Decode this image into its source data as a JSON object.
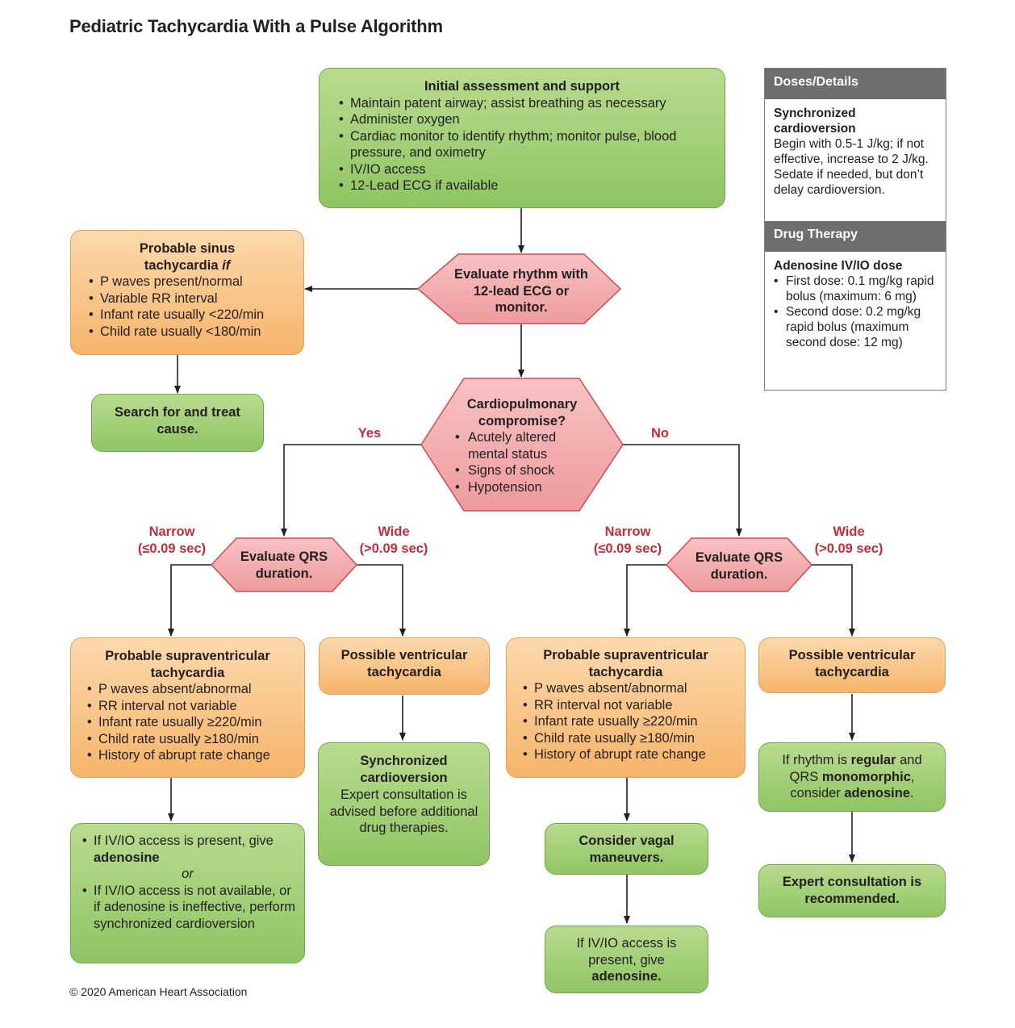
{
  "title": "Pediatric Tachycardia With a Pulse Algorithm",
  "copyright": "© 2020 American Heart Association",
  "colors": {
    "green": "#9bcc6e",
    "orange": "#f8c485",
    "decision": "#f2a6a8",
    "label_red": "#c12e3a",
    "sidebar_header": "#6d6e70"
  },
  "initial": {
    "heading": "Initial assessment and support",
    "items": [
      "Maintain patent airway; assist breathing as necessary",
      "Administer oxygen",
      "Cardiac monitor to identify rhythm; monitor pulse, blood pressure, and oximetry",
      "IV/IO access",
      "12-Lead ECG if available"
    ]
  },
  "evaluate_rhythm": "Evaluate rhythm with 12-lead ECG or monitor.",
  "sinus": {
    "heading": "Probable sinus",
    "heading2": "tachycardia",
    "heading_if": "if",
    "items": [
      "P waves present/normal",
      "Variable RR interval",
      "Infant rate usually <220/min",
      "Child rate usually <180/min"
    ]
  },
  "search_treat": "Search for and treat cause.",
  "compromise": {
    "heading": "Cardiopulmonary compromise?",
    "items": [
      "Acutely altered mental status",
      "Signs of shock",
      "Hypotension"
    ]
  },
  "yes_label": "Yes",
  "no_label": "No",
  "narrow_label": "Narrow",
  "narrow_sub": "(≤0.09 sec)",
  "wide_label": "Wide",
  "wide_sub": "(>0.09 sec)",
  "evaluate_qrs": "Evaluate QRS duration.",
  "svt": {
    "heading": "Probable supraventricular tachycardia",
    "items": [
      "P waves absent/abnormal",
      "RR interval not variable",
      "Infant rate usually ≥220/min",
      "Child rate usually ≥180/min",
      "History of abrupt rate change"
    ]
  },
  "vt": {
    "heading": "Possible ventricular tachycardia"
  },
  "left_svt_action": {
    "item1_pre": "If IV/IO access is present, give ",
    "item1_bold": "adenosine",
    "or": "or",
    "item2": "If IV/IO access is not available, or if adenosine is ineffective, perform synchronized cardioversion"
  },
  "sync_cardio": {
    "heading": "Synchronized cardioversion",
    "body": "Expert consultation is advised before additional drug therapies."
  },
  "vagal": "Consider vagal maneuvers.",
  "right_adenosine": {
    "pre": "If IV/IO access is present, give",
    "bold": "adenosine."
  },
  "regular": {
    "t1": "If rhythm is ",
    "b1": "regular",
    "t2": " and QRS ",
    "b2": "monomorphic",
    "t3": ", consider ",
    "b3": "adenosine",
    "t4": "."
  },
  "expert": "Expert consultation is recommended.",
  "sidebar": {
    "doses_header": "Doses/Details",
    "sync_title": "Synchronized cardioversion",
    "sync_body": "Begin with 0.5-1 J/kg; if not effective, increase to 2 J/kg. Sedate if needed, but don’t delay cardioversion.",
    "drug_header": "Drug Therapy",
    "adenosine_title": "Adenosine IV/IO dose",
    "adenosine_items": [
      "First dose: 0.1 mg/kg rapid bolus (maximum: 6 mg)",
      "Second dose: 0.2 mg/kg rapid bolus (maximum second dose: 12 mg)"
    ]
  }
}
